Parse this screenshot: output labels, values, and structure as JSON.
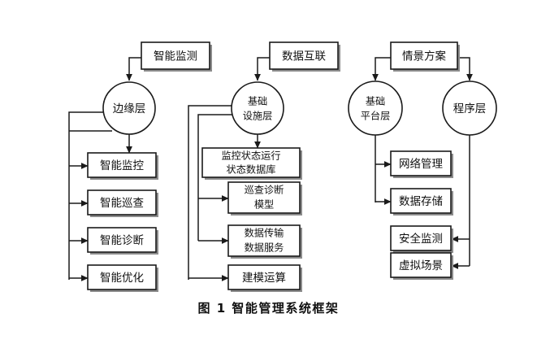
{
  "figure": {
    "caption": "图 1  智能管理系统框架",
    "background_color": "#ffffff",
    "line_color": "#1a1a1a",
    "box_shadow_color": "#8c8c8c",
    "text_color": "#111111"
  },
  "diagram": {
    "type": "block-flow-diagram",
    "columns": [
      {
        "id": "column-edge",
        "source_label": "智能监测",
        "hub_label": "边缘层",
        "leaf_labels": [
          "智能监控",
          "智能巡查",
          "智能诊断",
          "智能优化"
        ]
      },
      {
        "id": "column-infrastructure",
        "source_label": "数据互联",
        "hub_label": "基础\n设施层",
        "hub_line1": "基础",
        "hub_line2": "设施层",
        "leaf_labels": [
          "监控状态运行状态数据库",
          "巡查诊断模型",
          "数据传输数据服务",
          "建模运算"
        ]
      },
      {
        "id": "column-platform-program",
        "source_label": "情景方案",
        "hub_labels": [
          "基础平台层",
          "程序层"
        ],
        "leaf_labels": [
          "网络管理",
          "数据存储",
          "安全监测",
          "虚拟场景"
        ]
      }
    ],
    "nodes": {
      "src_zhinengjiance": "智能监测",
      "src_shujuhulian": "数据互联",
      "src_qingjingfangan": "情景方案",
      "hub_bianyuanceng": "边缘层",
      "hub_jichu": "基础",
      "hub_sheshiceng": "设施层",
      "hub_jichu2": "基础",
      "hub_pingtaiceng": "平台层",
      "hub_chengxuceng": "程序层",
      "leaf_zhinengjiankong": "智能监控",
      "leaf_zhinengxuncha": "智能巡查",
      "leaf_zhinengzhenduan": "智能诊断",
      "leaf_zhinengyouhua": "智能优化",
      "leaf_db_line1": "监控状态运行",
      "leaf_db_line2": "状态数据库",
      "leaf_xuncha_line1": "巡查诊断",
      "leaf_xuncha_line2": "模型",
      "leaf_shuju_line1": "数据传输",
      "leaf_shuju_line2": "数据服务",
      "leaf_jianmoyunsuan": "建模运算",
      "leaf_wangluoguanli": "网络管理",
      "leaf_shujucunchu": "数据存储",
      "leaf_anquanjiance": "安全监测",
      "leaf_xunichangjing": "虚拟场景"
    }
  }
}
